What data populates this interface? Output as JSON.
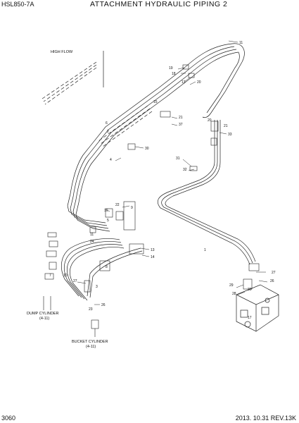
{
  "header": {
    "model_code": "HSL850-7A",
    "title": "ATTACHMENT HYDRAULIC PIPING 2"
  },
  "footer": {
    "page_number": "3060",
    "revision": "2013. 10.31  REV.13K"
  },
  "notes": {
    "high_flow": "HIGH FLOW",
    "dump_cylinder": "DUMP CYLINDER",
    "dump_cylinder_ref": "(4-11)",
    "bucket_cylinder": "BUCKET CYLINDER",
    "bucket_cylinder_ref": "(4-11)"
  },
  "callouts": {
    "c1": "11",
    "c2": "19",
    "c3": "18",
    "c4": "13",
    "c5": "20",
    "c6": "21",
    "c7": "37",
    "c8": "15",
    "c9": "20",
    "c10": "21",
    "c11": "30",
    "c12": "6",
    "c13": "2",
    "c14": "4",
    "c15": "33",
    "c16": "31",
    "c17": "32",
    "c18": "22",
    "c19": "9",
    "c20": "16",
    "c21": "5",
    "c22": "1",
    "c23": "11",
    "c24": "24",
    "c25": "13",
    "c26": "14",
    "c27": "8",
    "c28": "27",
    "c29": "26",
    "c30": "29",
    "c31": "28",
    "c32": "30",
    "c33": "17",
    "c34": "10",
    "c35": "27",
    "c36": "3",
    "c37": "26",
    "c38": "23",
    "c39": "7"
  }
}
